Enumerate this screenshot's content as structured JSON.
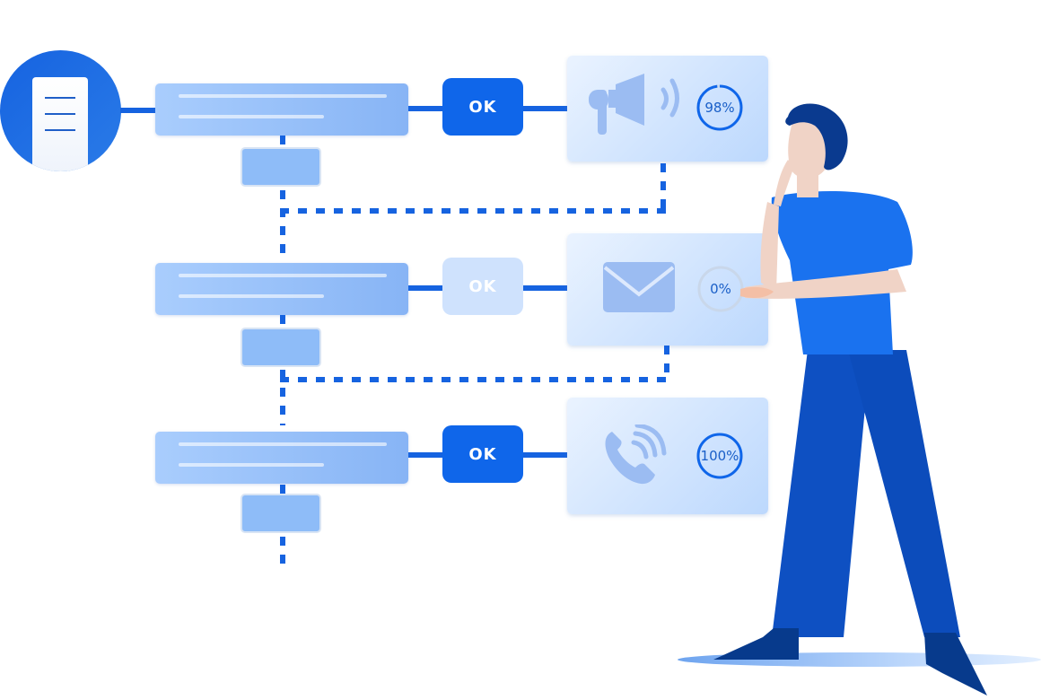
{
  "illustration": {
    "subject": "workflow notification process",
    "document_icon": "document-icon",
    "steps": [
      {
        "ok_label": "OK",
        "ok_state": "active",
        "channel_icon": "megaphone-icon",
        "progress_text": "98%",
        "progress_value": 0.98
      },
      {
        "ok_label": "OK",
        "ok_state": "inactive",
        "channel_icon": "envelope-icon",
        "progress_text": "0%",
        "progress_value": 0
      },
      {
        "ok_label": "OK",
        "ok_state": "active",
        "channel_icon": "phone-icon",
        "progress_text": "100%",
        "progress_value": 1.0
      }
    ],
    "person": "thinking-person-figure"
  },
  "colors": {
    "primary": "#0f66ea",
    "connector": "#1663e0",
    "task_bar": "#87b4f5",
    "card_bg": "#d8e8fe",
    "ring_track": "#c9d7ea",
    "shirt": "#1a72ef",
    "pants": "#0d4fc0",
    "hair": "#0a3a8f",
    "skin": "#f0d3c6"
  }
}
